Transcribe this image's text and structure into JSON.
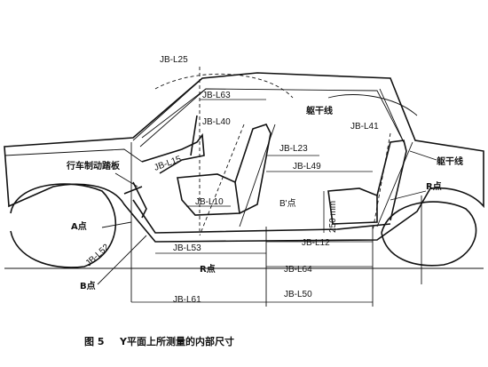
{
  "labels": {
    "jb_l25": "JB-L25",
    "jb_l63": "JB-L63",
    "jb_l40": "JB-L40",
    "torso_line_1": "躯干线",
    "jb_l41": "JB-L41",
    "jb_l23": "JB-L23",
    "torso_line_2": "躯干线",
    "parking_brake": "行车制动踏板",
    "jb_l15": "JB-L15",
    "jb_l49": "JB-L49",
    "jb_l10": "JB-L10",
    "b_prime_point": "B'点",
    "r_point": "R点",
    "dim_250": "250 mm",
    "a_point": "A点",
    "jb_l52": "JB-L52",
    "jb_l53": "JB-L53",
    "jb_l12": "JB-L12",
    "r_point_2": "R点",
    "jb_l64": "JB-L64",
    "b_point": "B点",
    "jb_l61": "JB-L61",
    "jb_l50": "JB-L50"
  },
  "caption": {
    "figure_no": "图 5",
    "text": "Y平面上所测量的内部尺寸"
  }
}
